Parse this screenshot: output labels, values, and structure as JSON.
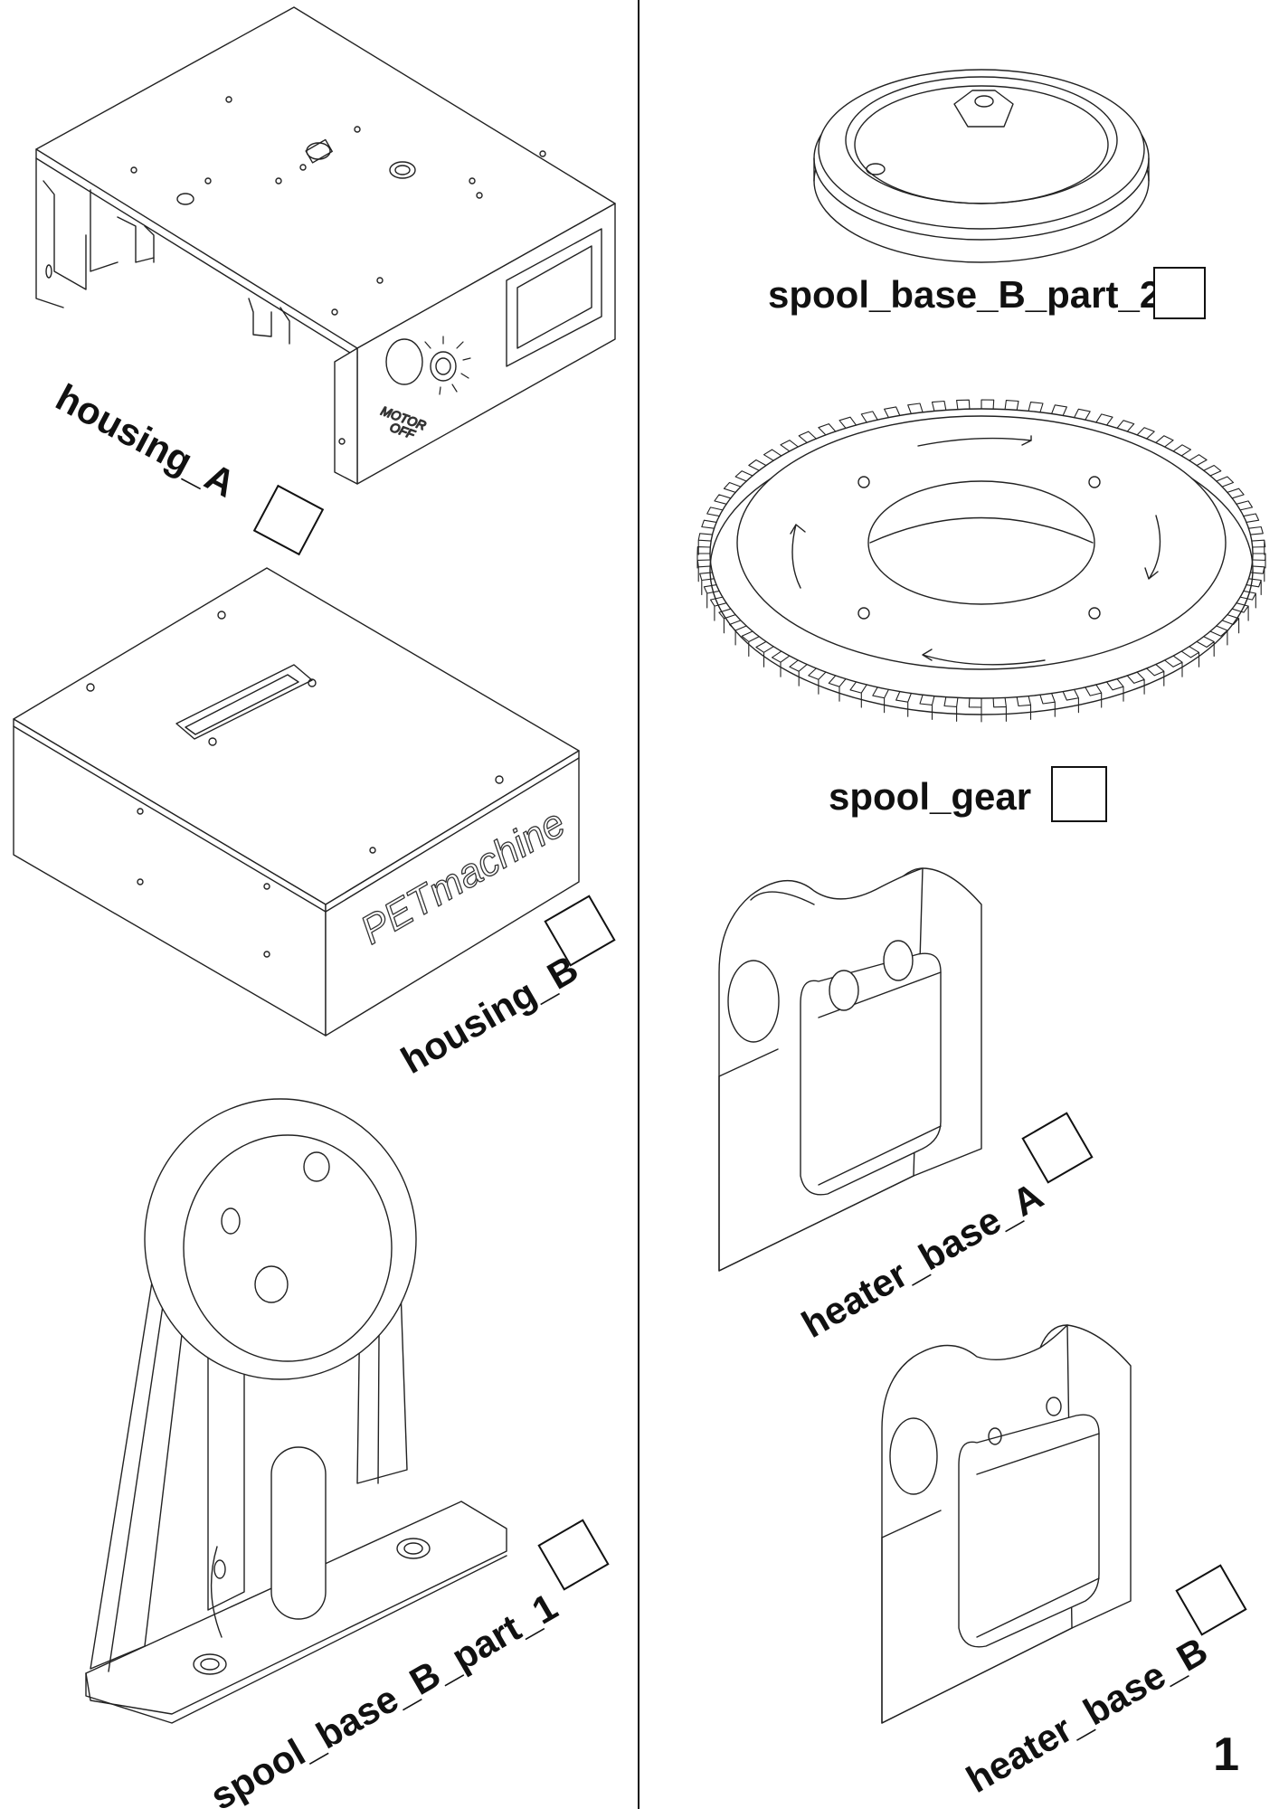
{
  "parts": [
    {
      "id": "housing_a",
      "label": "housing_A",
      "checked": false
    },
    {
      "id": "housing_b",
      "label": "housing_B",
      "checked": false
    },
    {
      "id": "spool_base_b_part_1",
      "label": "spool_base_B_part_1",
      "checked": false
    },
    {
      "id": "spool_base_b_part_2",
      "label": "spool_base_B_part_2",
      "checked": false
    },
    {
      "id": "spool_gear",
      "label": "spool_gear",
      "checked": false
    },
    {
      "id": "heater_base_a",
      "label": "heater_base_A",
      "checked": false
    },
    {
      "id": "heater_base_b",
      "label": "heater_base_B",
      "checked": false
    }
  ],
  "engravings": {
    "housing_a_knob_line1": "MOTOR",
    "housing_a_knob_line2": "OFF",
    "housing_b_brand": "PETmachine"
  },
  "page_number": "1"
}
